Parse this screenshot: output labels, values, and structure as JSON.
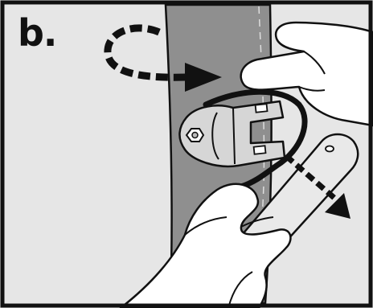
{
  "step_label": "b.",
  "colors": {
    "background": "#e6e6e6",
    "post_fill": "#8f8f8f",
    "clamp_fill": "#d6d6d6",
    "hand_fill": "#ffffff",
    "outline": "#111111",
    "border": "#111111"
  },
  "icons": {
    "rotate_arrow": "dashed-curved-arrow-right",
    "slide_arrow": "dashed-arrow-down-right"
  }
}
